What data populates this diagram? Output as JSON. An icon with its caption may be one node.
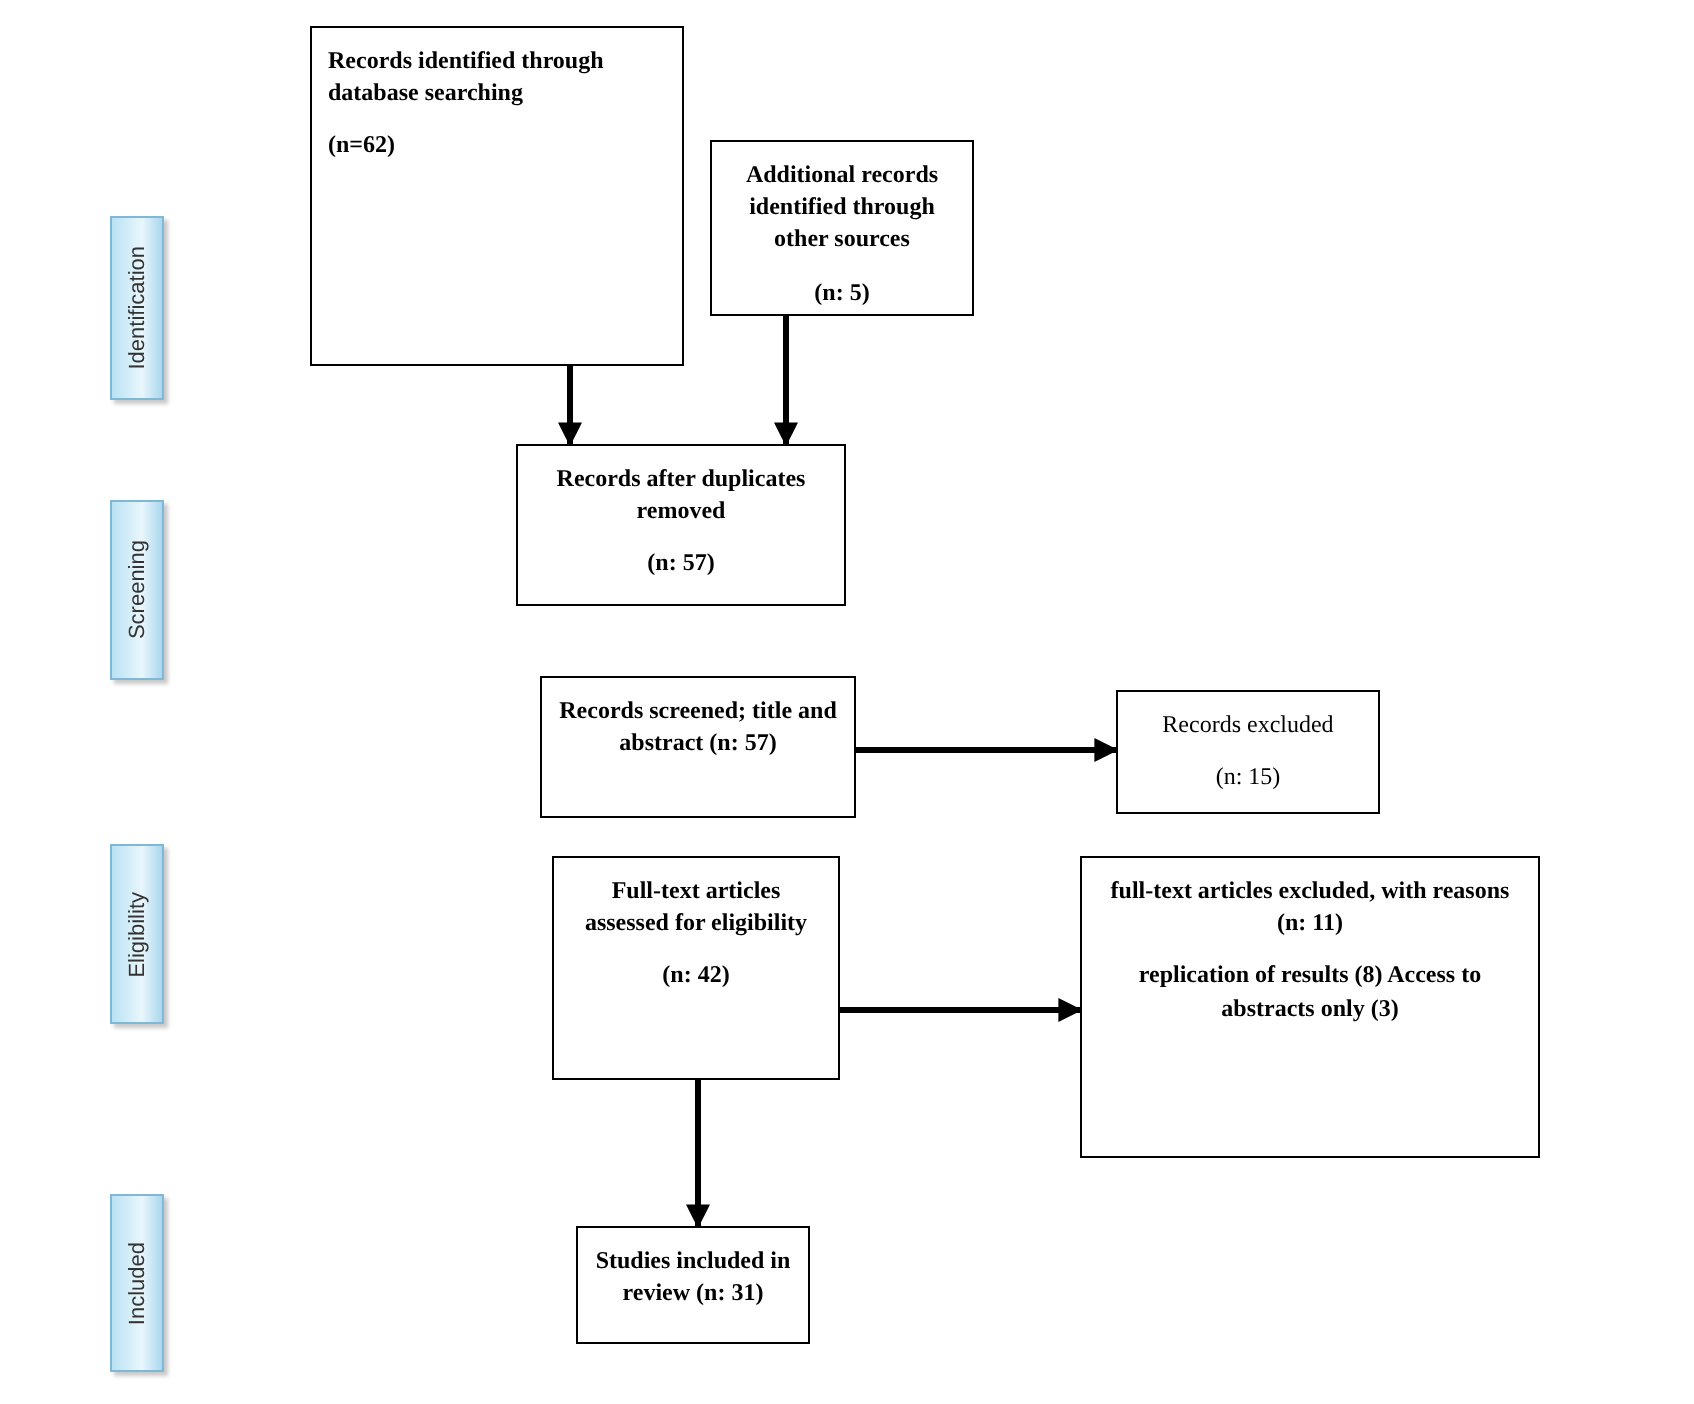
{
  "diagram": {
    "nodes": [
      {
        "text": [
          "Identification"
        ]
      },
      {
        "text": [
          "Records identified through database searching",
          "(n=62)"
        ]
      },
      {
        "text": [
          "Additional records identified through other sources",
          "(n: 5)"
        ]
      },
      {
        "text": [
          "Screening"
        ]
      },
      {
        "text": [
          "Records after duplicates removed",
          "(n: 57)"
        ]
      },
      {
        "text": [
          "Records screened; title and abstract (n: 57)"
        ]
      },
      {
        "text": [
          "Records excluded",
          "(n: 15)"
        ]
      },
      {
        "text": [
          "Eligibility"
        ]
      },
      {
        "text": [
          "Full-text articles assessed for eligibility",
          "(n: 42)"
        ]
      },
      {
        "text": [
          "full-text articles excluded, with reasons (n: 11)",
          "replication of results (8) Access to abstracts only (3)"
        ]
      },
      {
        "text": [
          "Included"
        ]
      },
      {
        "text": [
          "Studies included in review (n: 31)"
        ]
      }
    ],
    "edges": [
      {
        "from": 1,
        "to": 4,
        "arrow": "to"
      },
      {
        "from": 2,
        "to": 4,
        "arrow": "to"
      },
      {
        "from": 5,
        "to": 6,
        "arrow": "to"
      },
      {
        "from": 8,
        "to": 9,
        "arrow": "to"
      },
      {
        "from": 8,
        "to": 11,
        "arrow": "to"
      }
    ]
  }
}
